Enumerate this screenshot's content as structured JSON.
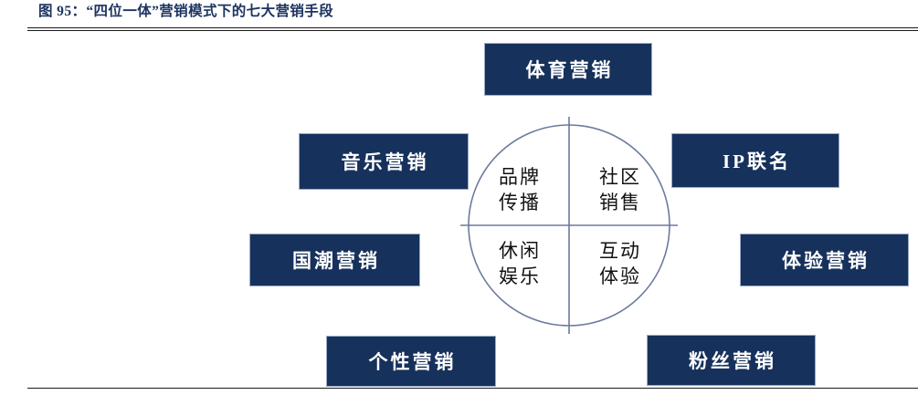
{
  "figure": {
    "title": "图 95：“四位一体”营销模式下的七大营销手段"
  },
  "central_wheel": {
    "quadrants": [
      {
        "id": "top-left",
        "line1": "品牌",
        "line2": "传播"
      },
      {
        "id": "top-right",
        "line1": "社区",
        "line2": "销售"
      },
      {
        "id": "bottom-left",
        "line1": "休闲",
        "line2": "娱乐"
      },
      {
        "id": "bottom-right",
        "line1": "互动",
        "line2": "体验"
      }
    ]
  },
  "marketing_nodes": [
    {
      "id": "sports",
      "label": "体育营销"
    },
    {
      "id": "music",
      "label": "音乐营销"
    },
    {
      "id": "ip",
      "label": "IP联名"
    },
    {
      "id": "guochao",
      "label": "国潮营销"
    },
    {
      "id": "experience",
      "label": "体验营销"
    },
    {
      "id": "personality",
      "label": "个性营销"
    },
    {
      "id": "fans",
      "label": "粉丝营销"
    }
  ],
  "colors": {
    "box_fill": "#16315b",
    "box_border": "#9badc6",
    "title_text": "#1d3461",
    "wheel_line": "#6b7a9e",
    "rule": "#1a1a1a",
    "page_background": "#ffffff"
  }
}
